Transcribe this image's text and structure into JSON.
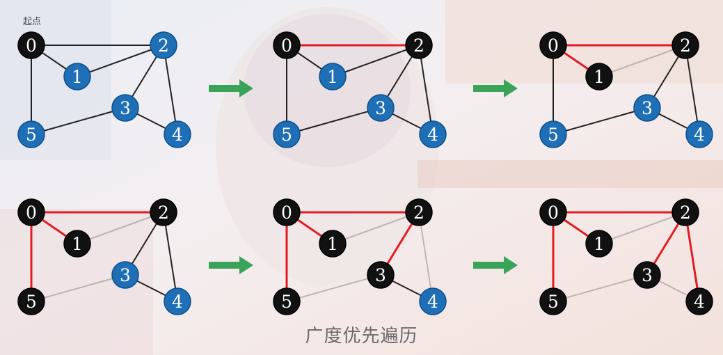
{
  "start_label": "起点",
  "caption": "广度优先遍历",
  "colors": {
    "visited": "#111111",
    "unvisited": "#1e6fb5",
    "traversed_edge": "#e51b23",
    "edge": "#222222",
    "arrow": "#3aa35a"
  },
  "graph": {
    "nodes": [
      "0",
      "1",
      "2",
      "3",
      "4",
      "5"
    ],
    "edges": [
      [
        "0",
        "1"
      ],
      [
        "0",
        "2"
      ],
      [
        "0",
        "5"
      ],
      [
        "1",
        "2"
      ],
      [
        "2",
        "3"
      ],
      [
        "2",
        "4"
      ],
      [
        "3",
        "4"
      ],
      [
        "3",
        "5"
      ]
    ]
  },
  "steps": [
    {
      "visited": [
        "0"
      ],
      "red": [],
      "faded_edges": []
    },
    {
      "visited": [
        "0",
        "2"
      ],
      "red": [
        [
          "0",
          "2"
        ]
      ],
      "faded_edges": []
    },
    {
      "visited": [
        "0",
        "1",
        "2"
      ],
      "red": [
        [
          "0",
          "2"
        ],
        [
          "0",
          "1"
        ]
      ],
      "faded_edges": [
        [
          "1",
          "2"
        ]
      ]
    },
    {
      "visited": [
        "0",
        "1",
        "2",
        "5"
      ],
      "red": [
        [
          "0",
          "2"
        ],
        [
          "0",
          "1"
        ],
        [
          "0",
          "5"
        ]
      ],
      "faded_edges": [
        [
          "1",
          "2"
        ],
        [
          "3",
          "5"
        ]
      ]
    },
    {
      "visited": [
        "0",
        "1",
        "2",
        "3",
        "5"
      ],
      "red": [
        [
          "0",
          "2"
        ],
        [
          "0",
          "1"
        ],
        [
          "0",
          "5"
        ],
        [
          "2",
          "3"
        ]
      ],
      "faded_edges": [
        [
          "1",
          "2"
        ],
        [
          "3",
          "5"
        ],
        [
          "2",
          "4"
        ]
      ]
    },
    {
      "visited": [
        "0",
        "1",
        "2",
        "3",
        "4",
        "5"
      ],
      "red": [
        [
          "0",
          "2"
        ],
        [
          "0",
          "1"
        ],
        [
          "0",
          "5"
        ],
        [
          "2",
          "3"
        ],
        [
          "2",
          "4"
        ]
      ],
      "faded_edges": [
        [
          "1",
          "2"
        ],
        [
          "3",
          "5"
        ],
        [
          "3",
          "4"
        ]
      ]
    }
  ]
}
